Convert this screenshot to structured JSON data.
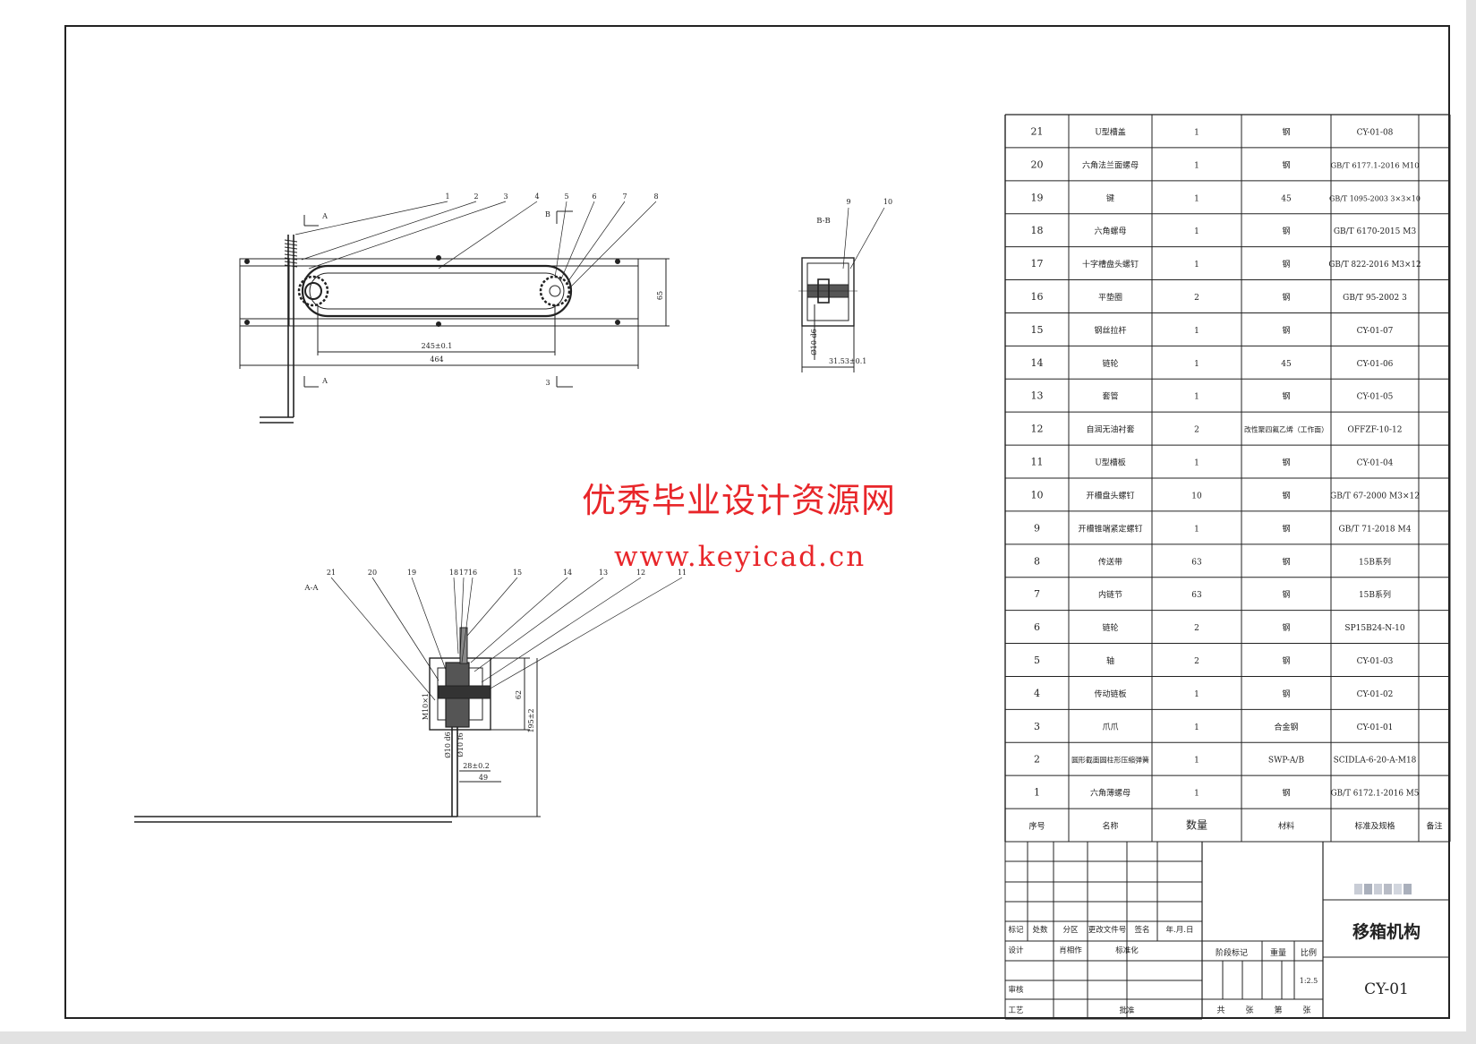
{
  "drawing": {
    "title": "移箱机构",
    "code": "CY-01",
    "scale": "1:2.5",
    "designer": "肖相作",
    "company_blurred": "",
    "title_block": {
      "r1": [
        "标记",
        "处数",
        "分区",
        "更改文件号",
        "签名",
        "年.月.日"
      ],
      "design": "设计",
      "standard": "标准化",
      "review": "审核",
      "process": "工艺",
      "approve": "批准",
      "stage_mark": "阶段标记",
      "weight": "重量",
      "ratio": "比例",
      "sheets": [
        "共",
        "张",
        "第",
        "张"
      ]
    }
  },
  "watermark": {
    "title": "优秀毕业设计资源网",
    "url": "www.keyicad.cn",
    "color": "#e8262a"
  },
  "bom": {
    "header": [
      "序号",
      "名称",
      "数量",
      "材料",
      "标准及规格",
      "备注"
    ],
    "rows": [
      [
        "21",
        "U型槽盖",
        "1",
        "钢",
        "CY-01-08",
        ""
      ],
      [
        "20",
        "六角法兰面螺母",
        "1",
        "钢",
        "GB/T 6177.1-2016 M10",
        ""
      ],
      [
        "19",
        "键",
        "1",
        "45",
        "GB/T 1095-2003 3×3×10",
        ""
      ],
      [
        "18",
        "六角螺母",
        "1",
        "钢",
        "GB/T 6170-2015 M3",
        ""
      ],
      [
        "17",
        "十字槽盘头螺钉",
        "1",
        "钢",
        "GB/T 822-2016 M3×12",
        ""
      ],
      [
        "16",
        "平垫圈",
        "2",
        "钢",
        "GB/T 95-2002 3",
        ""
      ],
      [
        "15",
        "钢丝拉杆",
        "1",
        "钢",
        "CY-01-07",
        ""
      ],
      [
        "14",
        "链轮",
        "1",
        "45",
        "CY-01-06",
        ""
      ],
      [
        "13",
        "套管",
        "1",
        "钢",
        "CY-01-05",
        ""
      ],
      [
        "12",
        "自润无油衬套",
        "2",
        "改性聚四氟乙烯（工作面）",
        "OFFZF-10-12",
        ""
      ],
      [
        "11",
        "U型槽板",
        "1",
        "钢",
        "CY-01-04",
        ""
      ],
      [
        "10",
        "开槽盘头螺钉",
        "10",
        "钢",
        "GB/T 67-2000 M3×12",
        ""
      ],
      [
        "9",
        "开槽锥端紧定螺钉",
        "1",
        "钢",
        "GB/T 71-2018 M4",
        ""
      ],
      [
        "8",
        "传送带",
        "63",
        "钢",
        "15B系列",
        ""
      ],
      [
        "7",
        "内链节",
        "63",
        "钢",
        "15B系列",
        ""
      ],
      [
        "6",
        "链轮",
        "2",
        "钢",
        "SP15B24-N-10",
        ""
      ],
      [
        "5",
        "轴",
        "2",
        "钢",
        "CY-01-03",
        ""
      ],
      [
        "4",
        "传动链板",
        "1",
        "钢",
        "CY-01-02",
        ""
      ],
      [
        "3",
        "爪爪",
        "1",
        "合金钢",
        "CY-01-01",
        ""
      ],
      [
        "2",
        "圆形截面圆柱形压缩弹簧",
        "1",
        "SWP-A/B",
        "SCIDLA-6-20-A-M18",
        ""
      ],
      [
        "1",
        "六角薄螺母",
        "1",
        "钢",
        "GB/T 6172.1-2016 M5",
        ""
      ]
    ]
  },
  "views": {
    "front": {
      "section_a": "A",
      "section_b": "B",
      "section_3": "3",
      "dim_pitch": "245±0.1",
      "dim_length": "464",
      "dim_height": "65",
      "balloons": [
        "1",
        "2",
        "3",
        "4",
        "5",
        "6",
        "7",
        "8"
      ]
    },
    "side_b": {
      "label": "B-B",
      "dim_dia": "Ø10 d6",
      "dim_width": "31.53±0.1",
      "balloons": [
        "9",
        "10"
      ]
    },
    "section_aa": {
      "label": "A-A",
      "dim_thread": "M10×1",
      "dim_d1": "Ø10 d6",
      "dim_d2": "Ø10 f6",
      "dim_w1": "28±0.2",
      "dim_w2": "49",
      "dim_h1": "62",
      "dim_h2": "195±2",
      "balloons": [
        "21",
        "20",
        "19",
        "18",
        "17",
        "16",
        "15",
        "14",
        "13",
        "12",
        "11"
      ]
    }
  }
}
